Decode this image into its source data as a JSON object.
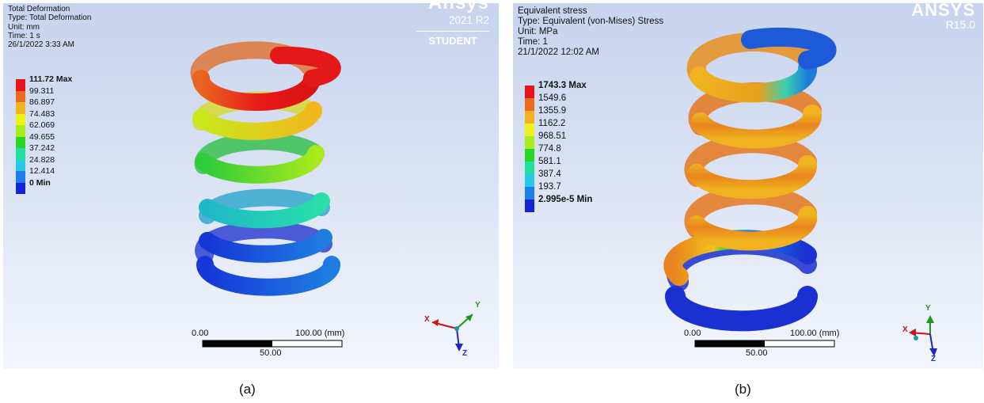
{
  "panel_a": {
    "header": [
      "Total Deformation",
      "Type: Total Deformation",
      "Unit: mm",
      "Time: 1 s",
      "26/1/2022 3:33 AM"
    ],
    "legend": [
      {
        "label": "111.72 Max",
        "color": "#e8141c",
        "bold": true
      },
      {
        "label": "99.311",
        "color": "#ec6a1f"
      },
      {
        "label": "86.897",
        "color": "#f0b21e"
      },
      {
        "label": "74.483",
        "color": "#eef21c"
      },
      {
        "label": "62.069",
        "color": "#a8ec1c"
      },
      {
        "label": "49.655",
        "color": "#28d628"
      },
      {
        "label": "37.242",
        "color": "#20e0a0"
      },
      {
        "label": "24.828",
        "color": "#28c8e8"
      },
      {
        "label": "12.414",
        "color": "#1c7ee8"
      },
      {
        "label": "0 Min",
        "color": "#1226d6",
        "bold": true
      }
    ],
    "brand": {
      "name": "Ansys",
      "version": "2021 R2",
      "edition": "STUDENT"
    },
    "scale": {
      "left": "0.00",
      "right": "100.00 (mm)",
      "mid": "50.00"
    },
    "axes": {
      "x": "X",
      "y": "Y",
      "z": "Z"
    },
    "caption": "(a)"
  },
  "panel_b": {
    "header": [
      "Equivalent stress",
      "Type: Equivalent (von-Mises) Stress",
      "Unit: MPa",
      "Time: 1",
      "21/1/2022 12:02 AM"
    ],
    "legend": [
      {
        "label": "1743.3 Max",
        "color": "#e8141c",
        "bold": true
      },
      {
        "label": "1549.6",
        "color": "#ec6a1f"
      },
      {
        "label": "1355.9",
        "color": "#f0b21e"
      },
      {
        "label": "1162.2",
        "color": "#eef21c"
      },
      {
        "label": "968.51",
        "color": "#a8ec1c"
      },
      {
        "label": "774.8",
        "color": "#28d628"
      },
      {
        "label": "581.1",
        "color": "#20e0a0"
      },
      {
        "label": "387.4",
        "color": "#28c8e8"
      },
      {
        "label": "193.7",
        "color": "#1c7ee8"
      },
      {
        "label": "2.995e-5 Min",
        "color": "#1226d6",
        "bold": true
      }
    ],
    "brand": {
      "name": "ANSYS",
      "version": "R15.0"
    },
    "scale": {
      "left": "0.00",
      "right": "100.00 (mm)",
      "mid": "50.00"
    },
    "axes": {
      "x": "X",
      "y": "Y",
      "z": "Z"
    },
    "caption": "(b)"
  }
}
